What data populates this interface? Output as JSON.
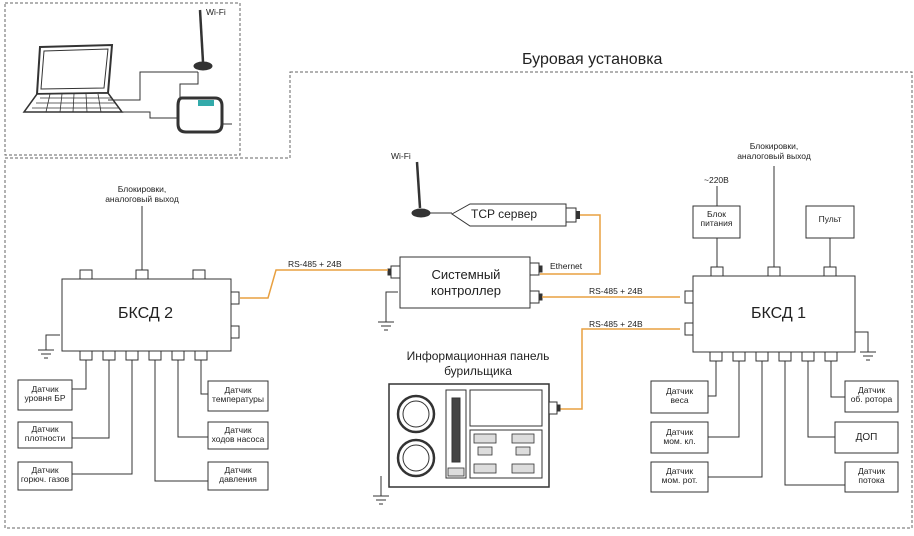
{
  "title": "Буровая установка",
  "remote": {
    "wifi": "Wi-Fi"
  },
  "site": {
    "wifi": "Wi-Fi"
  },
  "blocks": {
    "bksd2": "БКСД 2",
    "bksd1": "БКСД 1",
    "controller_line1": "Системный",
    "controller_line2": "контроллер",
    "tcp": "TCP сервер",
    "psu_line1": "Блок",
    "psu_line2": "питания",
    "pult": "Пульт"
  },
  "links": {
    "rs1": "RS-485 + 24В",
    "rs2": "RS-485 + 24В",
    "rs3": "RS-485 + 24В",
    "ethernet": "Ethernet",
    "v220": "~220В"
  },
  "annotations": {
    "left_line1": "Блокировки,",
    "left_line2": "аналоговый выход",
    "right_line1": "Блокировки,",
    "right_line2": "аналоговый выход"
  },
  "panel": {
    "title_line1": "Информационная панель",
    "title_line2": "бурильщика"
  },
  "sensors_left": [
    {
      "l1": "Датчик",
      "l2": "уровня БР"
    },
    {
      "l1": "Датчик",
      "l2": "плотности"
    },
    {
      "l1": "Датчик",
      "l2": "горюч. газов"
    },
    {
      "l1": "Датчик",
      "l2": "температуры"
    },
    {
      "l1": "Датчик",
      "l2": "ходов насоса"
    },
    {
      "l1": "Датчик",
      "l2": "давления"
    }
  ],
  "sensors_right": [
    {
      "l1": "Датчик",
      "l2": "веса"
    },
    {
      "l1": "Датчик",
      "l2": "мом. кл."
    },
    {
      "l1": "Датчик",
      "l2": "мом. рот."
    },
    {
      "l1": "Датчик",
      "l2": "об. ротора"
    },
    {
      "l1": "ДОП",
      "l2": ""
    },
    {
      "l1": "Датчик",
      "l2": "потока"
    }
  ],
  "colors": {
    "line": "#333333",
    "cable": "#e8a040",
    "frame": "#555555"
  }
}
